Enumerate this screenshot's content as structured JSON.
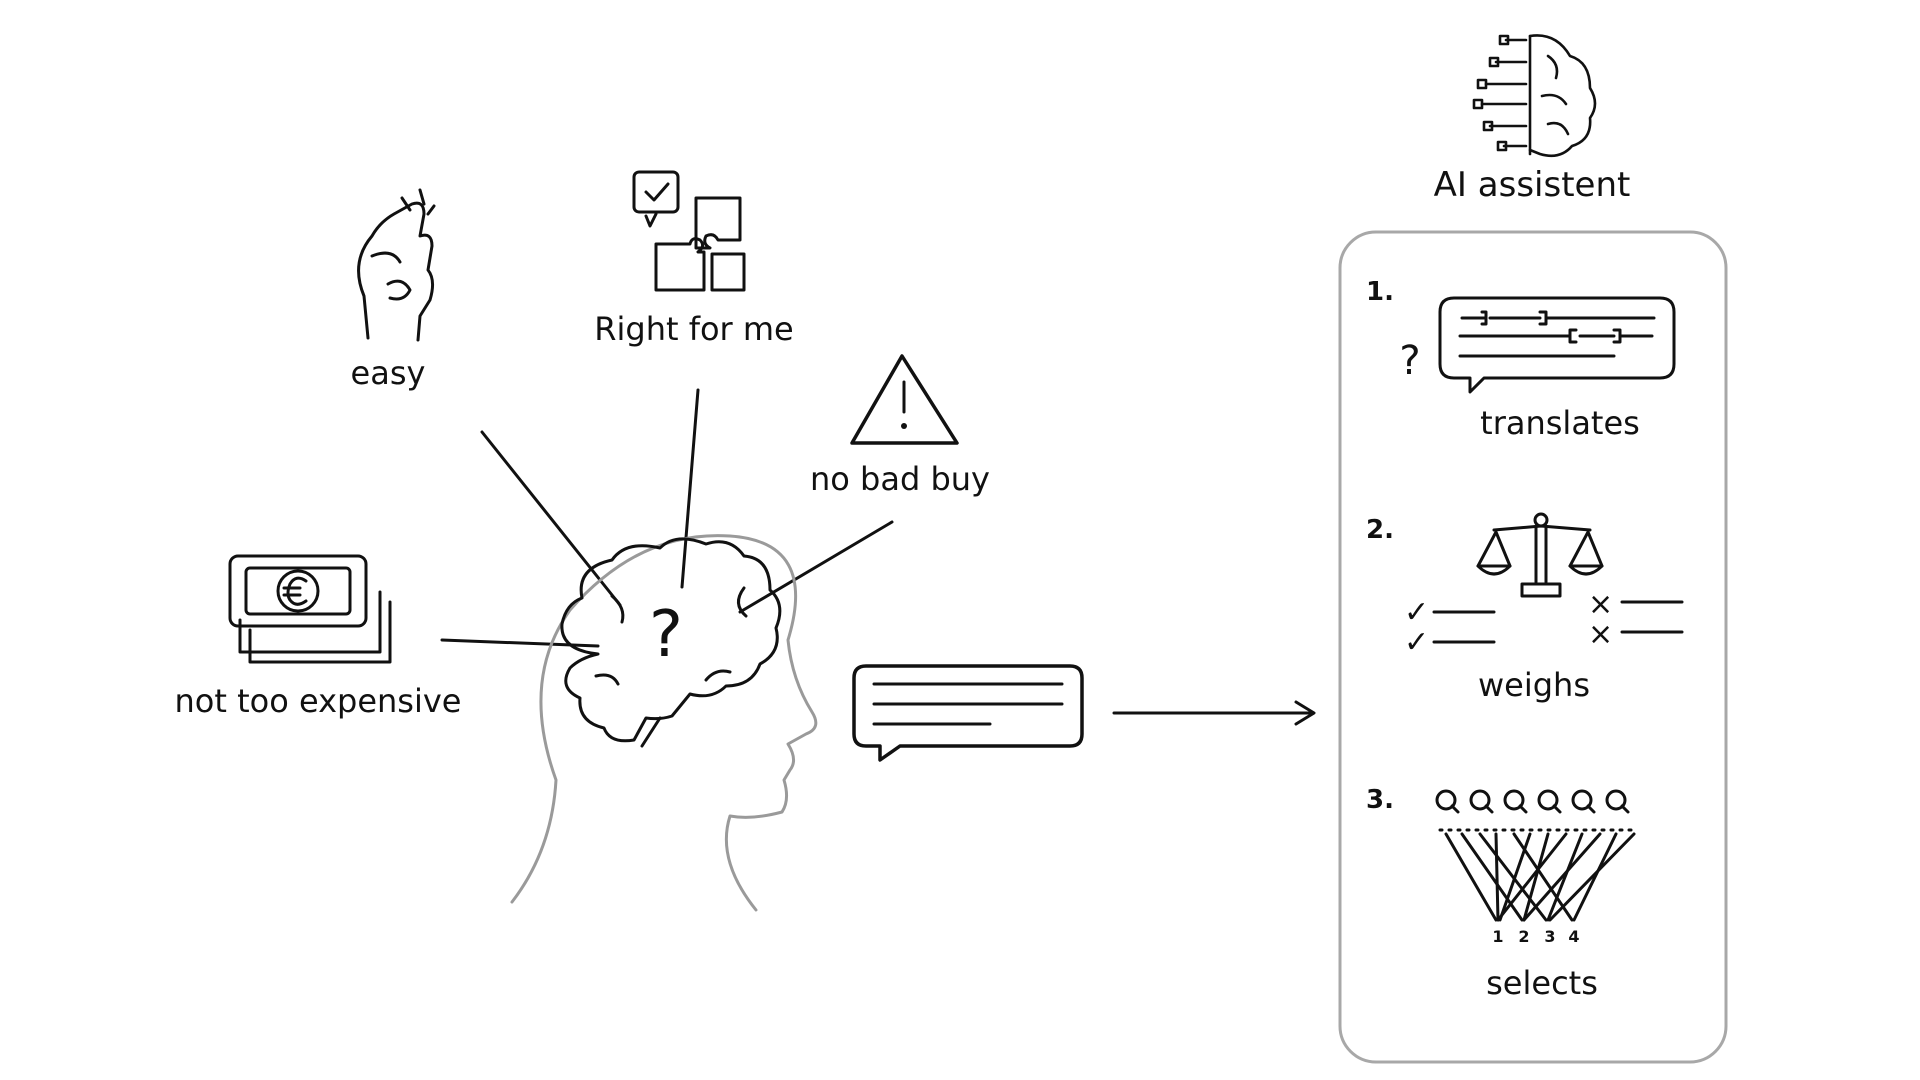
{
  "colors": {
    "ink": "#111111",
    "head_outline": "#9a9a9a",
    "panel_border": "#a8a8a8",
    "background": "#ffffff"
  },
  "needs": [
    {
      "label": "easy",
      "icon": "crossed-fingers-icon"
    },
    {
      "label": "Right for me",
      "icon": "puzzle-check-icon"
    },
    {
      "label": "no bad buy",
      "icon": "warning-triangle-icon"
    },
    {
      "label": "not too expensive",
      "icon": "euro-banknotes-icon"
    }
  ],
  "head": {
    "question_mark": "?",
    "icons": [
      "head-profile-icon",
      "brain-icon"
    ]
  },
  "speech_bubble_icon": "speech-bubble-icon",
  "arrow_icon": "arrow-right-icon",
  "assistant": {
    "title": "AI assistent",
    "icon": "ai-brain-circuit-icon",
    "steps": [
      {
        "number": "1.",
        "label": "translates",
        "icon": "translate-bubble-icon",
        "question_mark": "?"
      },
      {
        "number": "2.",
        "label": "weighs",
        "icon": "balance-scale-icon",
        "check_marks": [
          "✓",
          "✓"
        ],
        "cross_marks": [
          "×",
          "×"
        ]
      },
      {
        "number": "3.",
        "label": "selects",
        "icon": "search-select-icon",
        "rank_labels": [
          "1",
          "2",
          "3",
          "4"
        ]
      }
    ]
  }
}
